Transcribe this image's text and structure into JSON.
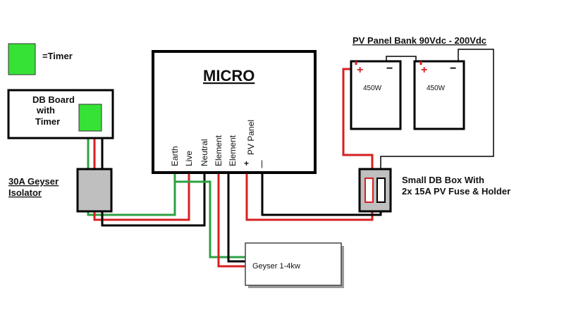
{
  "legend": {
    "timer_label": "=Timer"
  },
  "micro": {
    "title": "MICRO",
    "terminals": [
      "Earth",
      "Live",
      "Neutral",
      "Element",
      "Element",
      "PV Panel"
    ],
    "pv_plus": "+",
    "pv_minus": "|"
  },
  "db_board": {
    "line1": "DB Board",
    "line2": "with",
    "line3": "Timer"
  },
  "isolator": {
    "line1": "30A Geyser",
    "line2": "Isolator"
  },
  "pv_bank": {
    "title": "PV Panel Bank 90Vdc - 200Vdc",
    "panels": [
      {
        "rating": "450W",
        "plus": "+",
        "minus": "−"
      },
      {
        "rating": "450W",
        "plus": "+",
        "minus": "−"
      }
    ]
  },
  "db_box": {
    "line1": "Small DB Box With",
    "line2": "2x 15A PV Fuse & Holder"
  },
  "geyser": {
    "label": "Geyser 1-4kw"
  },
  "colors": {
    "earth": "#2ea043",
    "live": "#d62020",
    "neutral": "#000000",
    "timer": "#36e236",
    "box_grey": "#bfbfbf"
  }
}
